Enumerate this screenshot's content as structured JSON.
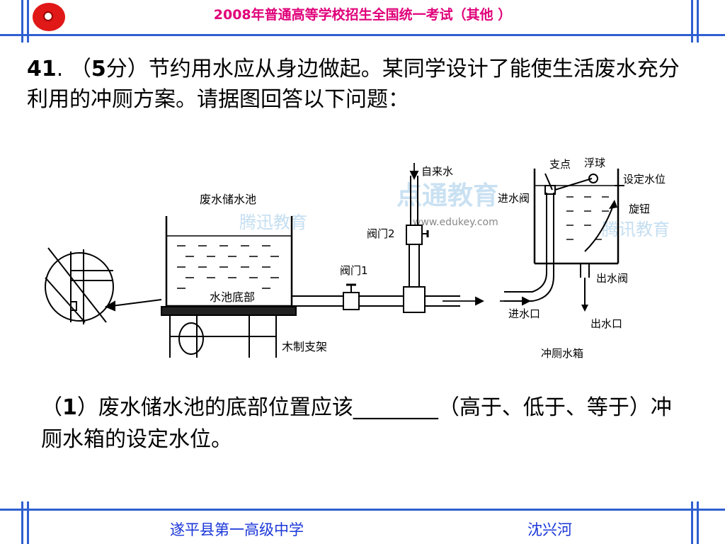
{
  "header": {
    "title": "2008年普通高等学校招生全国统一考试（其他 ）"
  },
  "question": {
    "number": "41",
    "sep": ".",
    "score_open": "（",
    "score": "5",
    "score_close": "分）",
    "text": "节约用水应从身边做起。某同学设计了能使生活废水充分利用的冲厕方案。请据图回答以下问题："
  },
  "diagram": {
    "labels": {
      "tank": "废水储水池",
      "bottom": "水池底部",
      "stand": "木制支架",
      "valve1": "阀门1",
      "valve2": "阀门2",
      "tap_water": "自来水",
      "fulcrum": "支点",
      "float_ball": "浮球",
      "set_level": "设定水位",
      "inlet_valve": "进水阀",
      "knob": "旋钮",
      "outlet_valve": "出水阀",
      "inlet": "进水口",
      "outlet": "出水口",
      "toilet_tank": "冲厕水箱",
      "watermark_1": "腾迅教育",
      "watermark_2": "点通教育",
      "watermark_3": "腾讯教育",
      "watermark_url": "www.edukey.com"
    }
  },
  "subquestion": {
    "prefix": "（",
    "number": "1",
    "suffix": "）",
    "text_before": "废水储水池的底部位置应该",
    "blank": "________",
    "text_after": "（高于、低于、等于）冲厕水箱的设定水位。"
  },
  "footer": {
    "school": "遂平县第一高级中学",
    "teacher": "沈兴河"
  },
  "colors": {
    "frame": "#2f5fd0",
    "title": "#e0007a",
    "footer": "#1a36d9",
    "logo": "#e01818"
  }
}
